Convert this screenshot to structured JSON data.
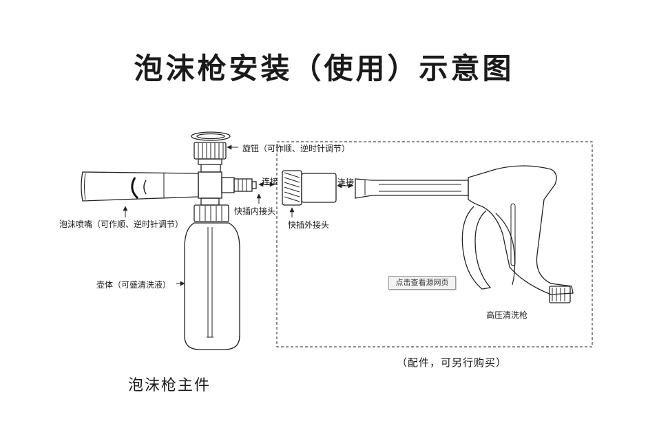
{
  "title": "泡沫枪安装（使用）示意图",
  "labels": {
    "knob": "旋钮（可作顺、逆时针调节）",
    "connect_left": "连接",
    "connect_right": "连接",
    "quick_inner": "快插内接头",
    "quick_outer": "快插外接头",
    "nozzle": "泡沫喷嘴（可作顺、逆时针调节）",
    "bottle": "壶体（可盛清洗液）",
    "hp_gun": "高压清洗枪",
    "accessories_note": "（配件，可另行购买）",
    "main_parts": "泡沫枪主件"
  },
  "link_button": "点击查看源网页"
}
